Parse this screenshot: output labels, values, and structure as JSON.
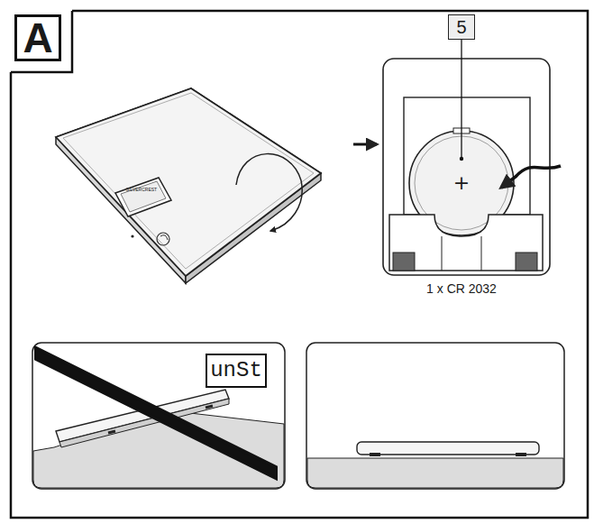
{
  "diagram": {
    "nodes": [
      {
        "text": [
          "A"
        ]
      },
      {
        "text": [
          "5"
        ]
      },
      {
        "text": [
          "unSt"
        ]
      }
    ],
    "labels": [
      "SILVERCREST",
      "+",
      "1 x CR 2032"
    ]
  }
}
